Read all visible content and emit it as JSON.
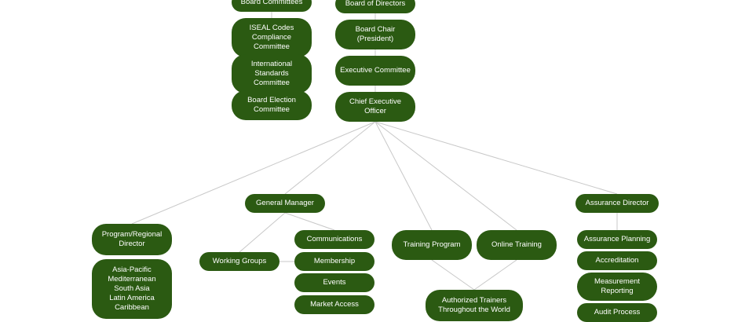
{
  "nodes": {
    "board_committees": "Board Committees",
    "iseal": "ISEAL Codes\nCompliance\nCommittee",
    "intl_standards": "International\nStandards Committee",
    "board_election": "Board Election\nCommittee",
    "board_directors": "Board of Directors",
    "board_chair": "Board Chair\n(President)",
    "exec_committee": "Executive Committee",
    "ceo": "Chief Executive Officer",
    "program_director": "Program/Regional\nDirector",
    "regions": "Asia-Pacific\nMediterranean\nSouth Asia\nLatin America\nCaribbean",
    "general_manager": "General Manager",
    "working_groups": "Working Groups",
    "communications": "Communications",
    "membership": "Membership",
    "events": "Events",
    "market_access": "Market Access",
    "training_program": "Training Program",
    "online_training": "Online Training",
    "authorized_trainers": "Authorized Trainers\nThroughout the World",
    "assurance_director": "Assurance Director",
    "assurance_planning": "Assurance Planning",
    "accreditation": "Accreditation",
    "measurement": "Measurement\nReporting",
    "audit_process": "Audit Process"
  },
  "colors": {
    "node_fill": "#2b5a12",
    "node_text": "#ffffff",
    "edge": "#c8c8c8"
  }
}
